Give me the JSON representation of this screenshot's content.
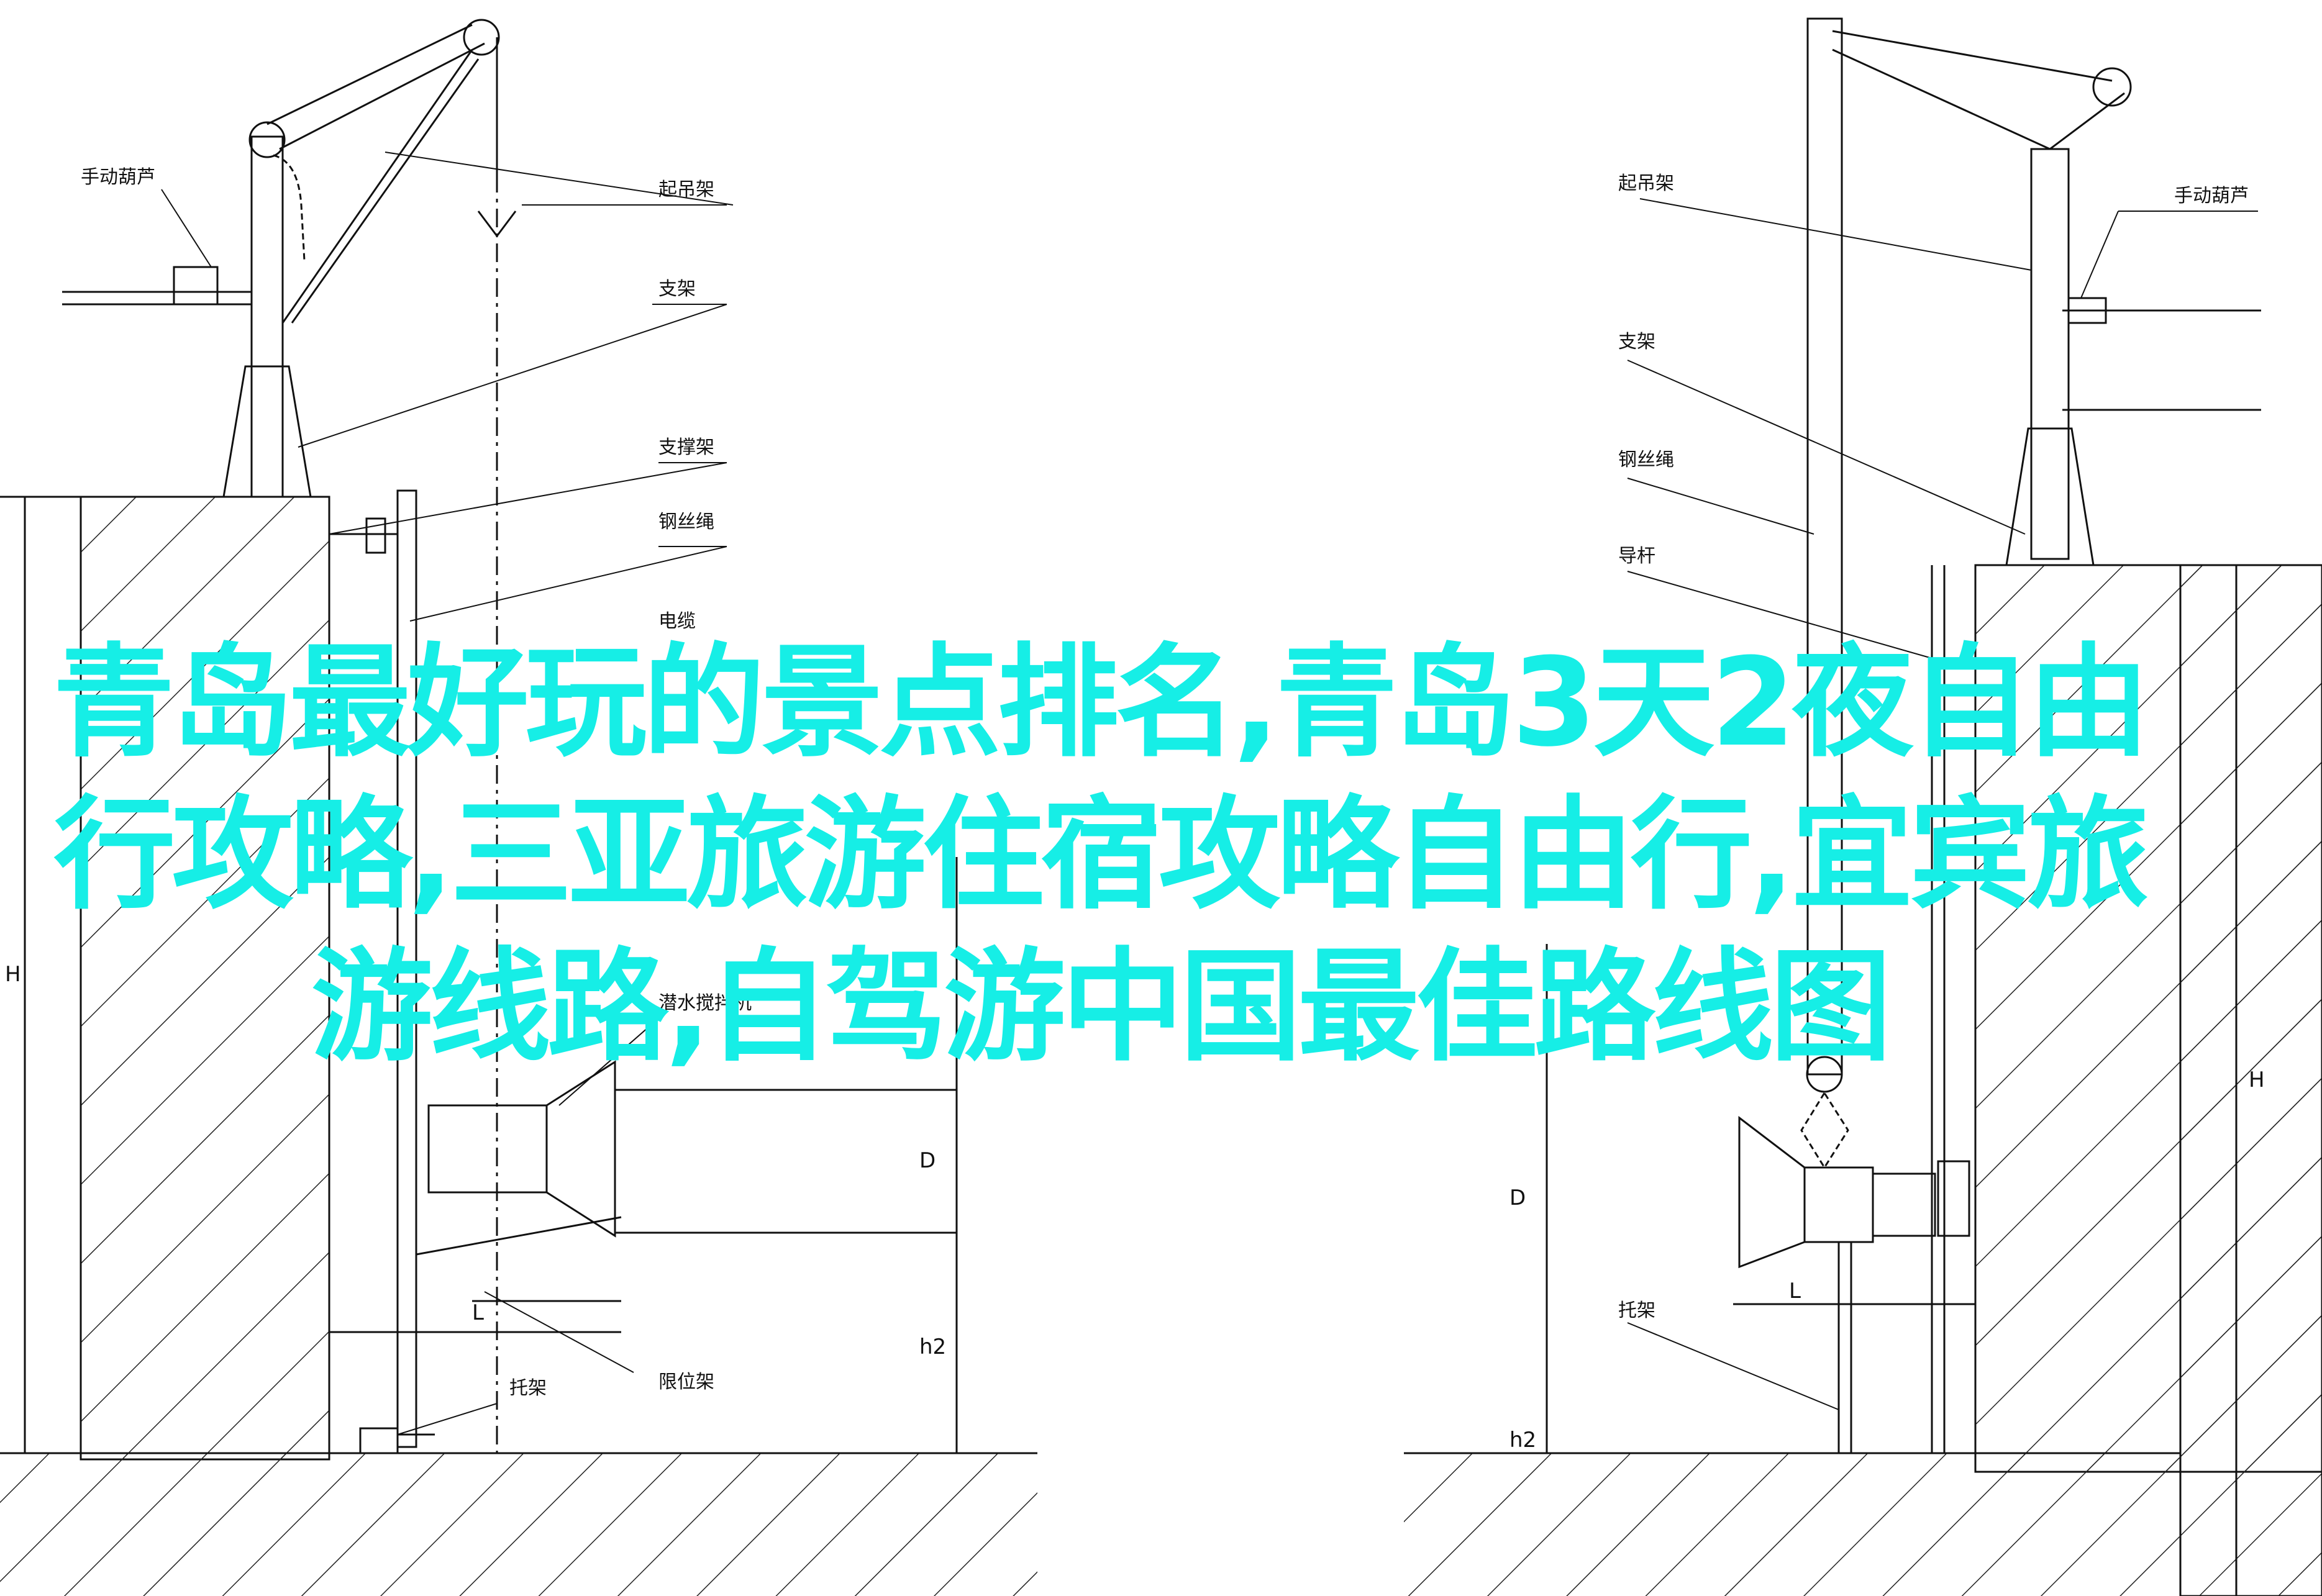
{
  "overlay_title": "青岛最好玩的景点排名,青岛3天2夜自由行攻略,三亚旅游住宿攻略自由行,宜宾旅游线路,自驾游中国最佳路线图",
  "left_view": {
    "labels": {
      "hoist": "手动葫芦",
      "crane": "起吊架",
      "support": "支架",
      "brace": "支撑架",
      "rope": "钢丝绳",
      "cable": "电缆",
      "mixer": "潜水搅拌机",
      "bracket": "托架",
      "limit": "限位架"
    },
    "dimensions": {
      "height": "H",
      "depth": "D",
      "length": "L",
      "h2": "h2"
    }
  },
  "right_view": {
    "labels": {
      "crane": "起吊架",
      "hoist": "手动葫芦",
      "support": "支架",
      "rope": "钢丝绳",
      "guide": "导杆",
      "bracket": "托架"
    },
    "dimensions": {
      "height": "H",
      "depth": "D",
      "length": "L",
      "h2": "h2"
    }
  },
  "colors": {
    "line": "#111111",
    "overlay": "#16eee6",
    "background": "#ffffff"
  }
}
